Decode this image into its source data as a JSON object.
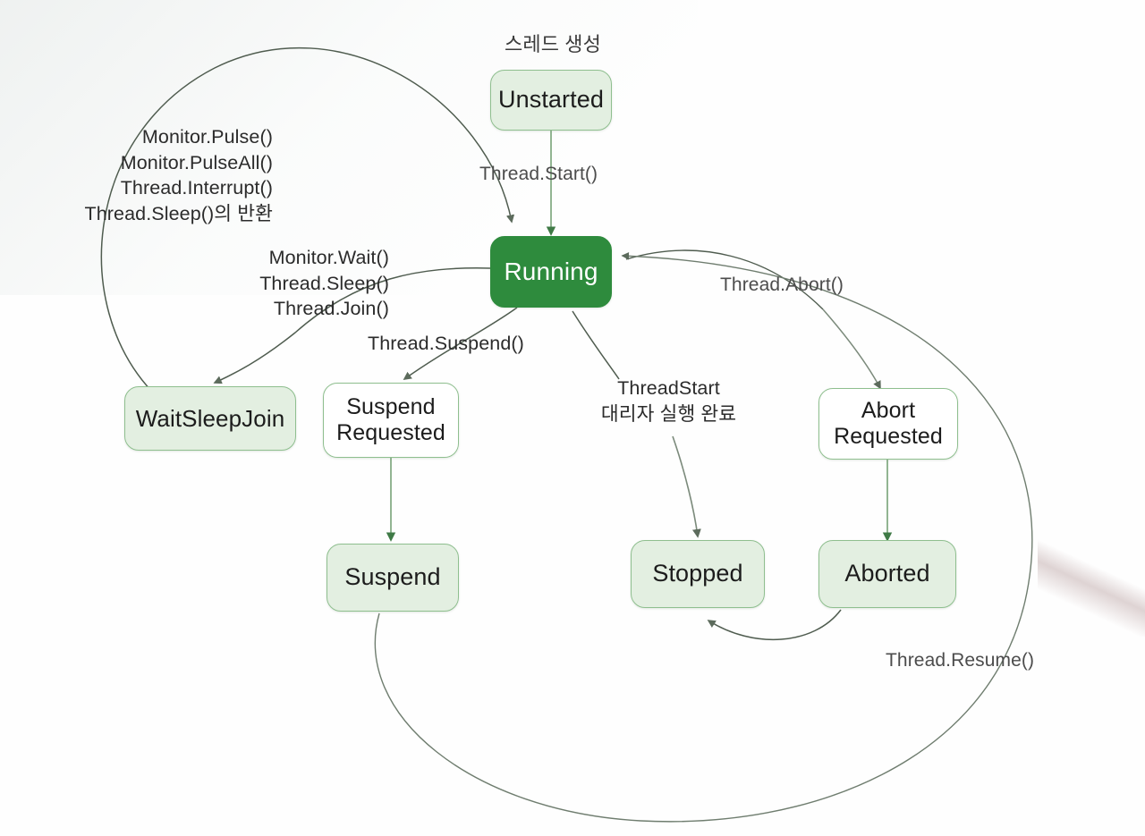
{
  "diagram": {
    "title": "Thread state transition diagram",
    "colors": {
      "running_fill": "#2e8b3d",
      "node_fill": "#e3efe1",
      "node_border": "#8fbf8f",
      "hollow_fill": "#ffffff",
      "edge_stroke": "#5a6b5a",
      "edge_stroke_green": "#6f9a6f",
      "label_text": "#4c4c4c",
      "page_background": "#fefefe"
    },
    "nodes": [
      {
        "id": "unstarted",
        "label": "Unstarted",
        "style": "filled"
      },
      {
        "id": "running",
        "label": "Running",
        "style": "solid"
      },
      {
        "id": "waitsleepjoin",
        "label": "WaitSleepJoin",
        "style": "filled"
      },
      {
        "id": "suspend-requested",
        "label": "Suspend\nRequested",
        "style": "hollow"
      },
      {
        "id": "suspend",
        "label": "Suspend",
        "style": "filled"
      },
      {
        "id": "stopped",
        "label": "Stopped",
        "style": "filled"
      },
      {
        "id": "abort-requested",
        "label": "Abort\nRequested",
        "style": "hollow"
      },
      {
        "id": "aborted",
        "label": "Aborted",
        "style": "filled"
      }
    ],
    "labels": {
      "thread_create": "스레드 생성",
      "thread_start": "Thread.Start()",
      "wake_group": "Monitor.Pulse()\nMonitor.PulseAll()\nThread.Interrupt()\nThread.Sleep()의 반환",
      "block_group": "Monitor.Wait()\nThread.Sleep()\nThread.Join()",
      "thread_suspend": "Thread.Suspend()",
      "thread_start_delegate": "ThreadStart\n대리자 실행 완료",
      "thread_abort": "Thread.Abort()",
      "thread_resume": "Thread.Resume()"
    },
    "transitions": [
      {
        "from": "unstarted",
        "to": "running",
        "label": "Thread.Start()"
      },
      {
        "from": "running",
        "to": "waitsleepjoin",
        "label": "Monitor.Wait()\nThread.Sleep()\nThread.Join()"
      },
      {
        "from": "waitsleepjoin",
        "to": "running",
        "label": "Monitor.Pulse()\nMonitor.PulseAll()\nThread.Interrupt()\nThread.Sleep()의 반환"
      },
      {
        "from": "running",
        "to": "suspend-requested",
        "label": "Thread.Suspend()"
      },
      {
        "from": "suspend-requested",
        "to": "suspend",
        "label": ""
      },
      {
        "from": "suspend",
        "to": "running",
        "label": "Thread.Resume()"
      },
      {
        "from": "running",
        "to": "stopped",
        "label": "ThreadStart\n대리자 실행 완료"
      },
      {
        "from": "running",
        "to": "abort-requested",
        "label": "Thread.Abort()"
      },
      {
        "from": "abort-requested",
        "to": "aborted",
        "label": ""
      },
      {
        "from": "aborted",
        "to": "stopped",
        "label": ""
      }
    ]
  }
}
